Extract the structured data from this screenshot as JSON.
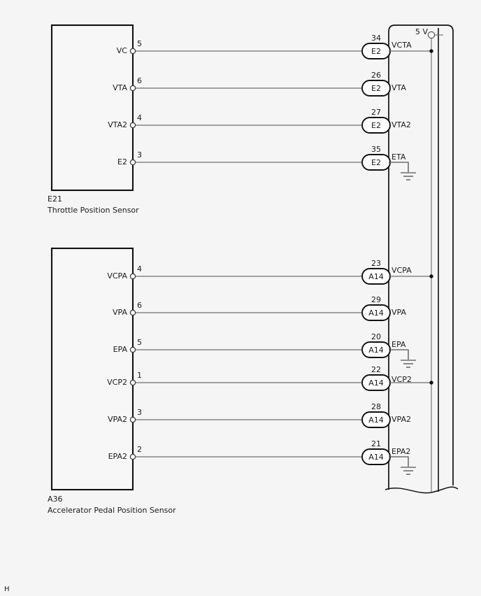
{
  "page": {
    "background": "#f5f5f5",
    "footer_mark": "H",
    "line_color": "#6f6f6f",
    "outline_color": "#111111"
  },
  "supply": {
    "label": "5 V",
    "terminal_icon": "open-circle-terminal"
  },
  "ecu": {
    "name": "engine-control-module",
    "torn_edge": true
  },
  "components": [
    {
      "id": "throttle-position-sensor",
      "code": "E21",
      "name": "Throttle Position Sensor",
      "connector_family": "E2",
      "rows": [
        {
          "signal": "VC",
          "pin": "5",
          "ecu_terminal": "34",
          "ecu_label": "VCTA",
          "connector": "E2",
          "rail": "tap-5v"
        },
        {
          "signal": "VTA",
          "pin": "6",
          "ecu_terminal": "26",
          "ecu_label": "VTA",
          "connector": "E2",
          "rail": "none"
        },
        {
          "signal": "VTA2",
          "pin": "4",
          "ecu_terminal": "27",
          "ecu_label": "VTA2",
          "connector": "E2",
          "rail": "none"
        },
        {
          "signal": "E2",
          "pin": "3",
          "ecu_terminal": "35",
          "ecu_label": "ETA",
          "connector": "E2",
          "rail": "ground"
        }
      ]
    },
    {
      "id": "accelerator-pedal-position-sensor",
      "code": "A36",
      "name": "Accelerator Pedal Position Sensor",
      "connector_family": "A14",
      "rows": [
        {
          "signal": "VCPA",
          "pin": "4",
          "ecu_terminal": "23",
          "ecu_label": "VCPA",
          "connector": "A14",
          "rail": "tap-5v"
        },
        {
          "signal": "VPA",
          "pin": "6",
          "ecu_terminal": "29",
          "ecu_label": "VPA",
          "connector": "A14",
          "rail": "none"
        },
        {
          "signal": "EPA",
          "pin": "5",
          "ecu_terminal": "20",
          "ecu_label": "EPA",
          "connector": "A14",
          "rail": "ground"
        },
        {
          "signal": "VCP2",
          "pin": "1",
          "ecu_terminal": "22",
          "ecu_label": "VCP2",
          "connector": "A14",
          "rail": "tap-5v"
        },
        {
          "signal": "VPA2",
          "pin": "3",
          "ecu_terminal": "28",
          "ecu_label": "VPA2",
          "connector": "A14",
          "rail": "none"
        },
        {
          "signal": "EPA2",
          "pin": "2",
          "ecu_terminal": "21",
          "ecu_label": "EPA2",
          "connector": "A14",
          "rail": "ground"
        }
      ]
    }
  ]
}
